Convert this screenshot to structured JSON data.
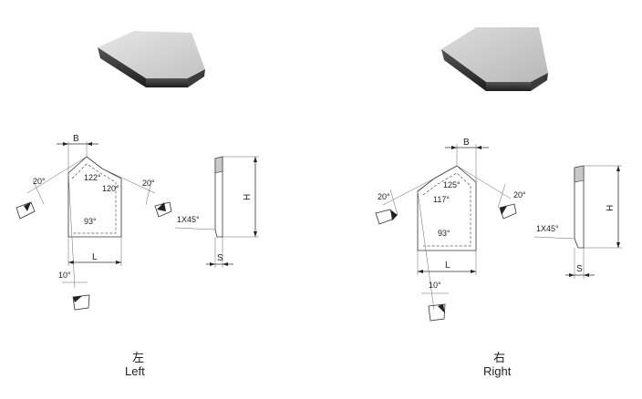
{
  "left": {
    "caption_cn": "左",
    "caption_en": "Left",
    "dim_b": "B",
    "dim_h": "H",
    "dim_l": "L",
    "dim_s": "S",
    "chamfer": "1X45°",
    "angle_tip": "122°",
    "angle_right": "120°",
    "angle_base": "93°",
    "angle_rake_left": "20°",
    "angle_rake_right": "20°",
    "angle_clear": "10°"
  },
  "right": {
    "caption_cn": "右",
    "caption_en": "Right",
    "dim_b": "B",
    "dim_h": "H",
    "dim_l": "L",
    "dim_s": "S",
    "chamfer": "1X45°",
    "angle_tip": "125°",
    "angle_left": "117°",
    "angle_base": "93°",
    "angle_rake_left": "20°",
    "angle_rake_right": "20°",
    "angle_clear": "10°"
  },
  "colors": {
    "face_light": "#d9d9d9",
    "face_mid": "#bdbdbd",
    "face_dark": "#2b2b2b",
    "line": "#333333"
  }
}
